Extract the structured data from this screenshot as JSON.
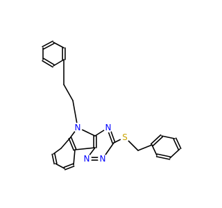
{
  "structure": {
    "colors": {
      "nitrogen": "#0000ff",
      "sulfur": "#c9a400",
      "bond": "#000000",
      "background": "#ffffff"
    },
    "atom_labels": {
      "n_indole": "N",
      "n_triazine_top": "N",
      "n_triazine_bottom_left": "N",
      "n_triazine_bottom_right": "N",
      "s_thioether": "S"
    }
  }
}
